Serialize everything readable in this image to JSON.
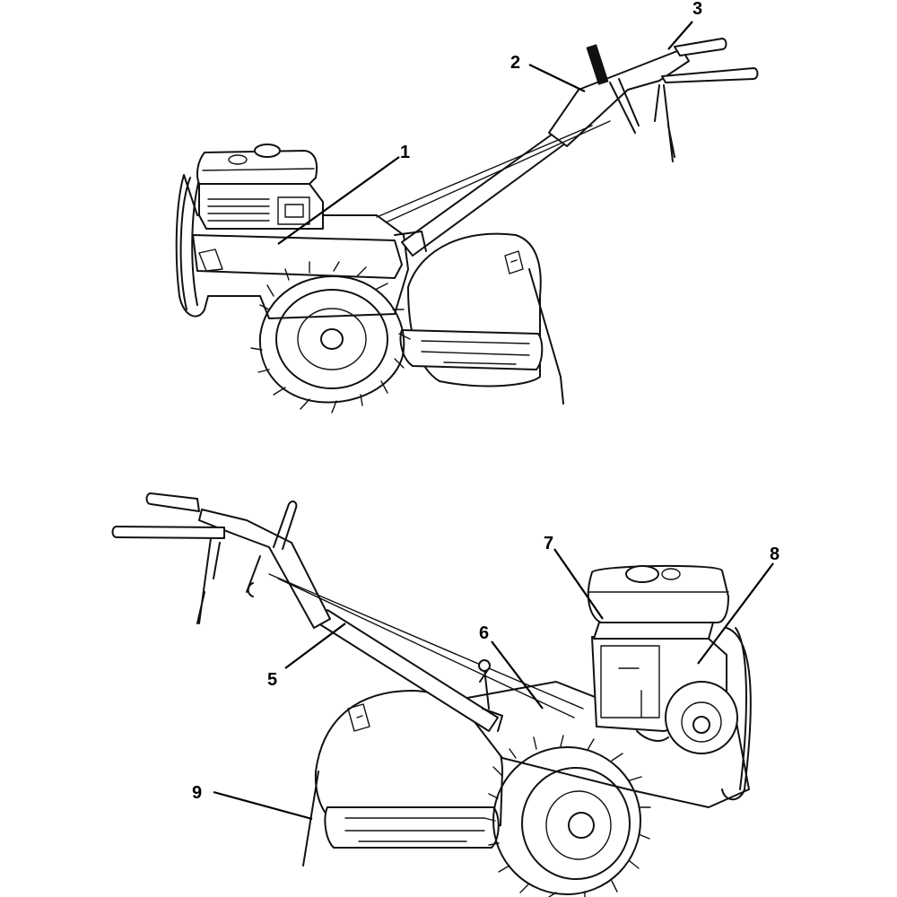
{
  "callouts": [
    {
      "id": "1",
      "label": "1"
    },
    {
      "id": "2",
      "label": "2"
    },
    {
      "id": "3",
      "label": "3"
    },
    {
      "id": "5",
      "label": "5"
    },
    {
      "id": "6",
      "label": "6"
    },
    {
      "id": "7",
      "label": "7"
    },
    {
      "id": "8",
      "label": "8"
    },
    {
      "id": "9",
      "label": "9"
    }
  ]
}
